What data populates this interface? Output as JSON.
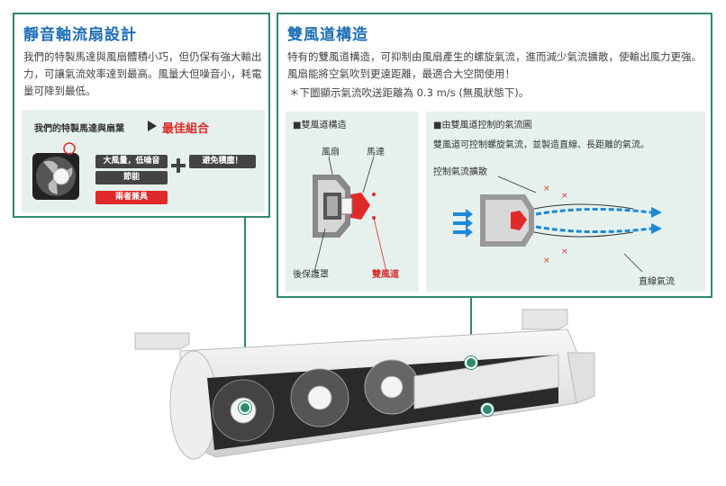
{
  "left_panel": {
    "title": "靜音軸流扇設計",
    "text": "我們的特製馬達與風扇體積小巧，但仍保有強大輸出力，可讓氣流效率達到最高。風量大但噪音小，耗電量可降到最低。",
    "combo_label": "我們的特製馬達與扇葉",
    "combo_result": "最佳組合",
    "badge_1": "大風量，低噪音",
    "badge_2": "節能",
    "badge_3": "兩者兼具",
    "badge_4": "避免積塵！"
  },
  "right_panel": {
    "title": "雙風道構造",
    "text": "特有的雙風道構造，可抑制由風扇產生的螺旋氣流，進而減少氣流擴散，使輸出風力更強。風扇能將空氣吹到更遠距離，最適合大空間使用！",
    "note": "＊下圖顯示氣流吹送距離為 0.3 m/s (無風狀態下)。",
    "diagram_a": {
      "title": "■雙風道構造",
      "label_fan": "風扇",
      "label_motor": "馬達",
      "label_rear_guard": "後保護罩",
      "label_dual_duct": "雙風道"
    },
    "diagram_b": {
      "title": "■由雙風道控制的氣流圖",
      "subtitle": "雙風道可控制螺旋氣流，並製造直線、長距離的氣流。",
      "label_control": "控制氣流擴散",
      "label_straight": "直線氣流"
    }
  },
  "colors": {
    "frame": "#2f8a6e",
    "title": "#1e6fb7",
    "accent_red": "#e02a2a",
    "panel_bg": "#e6f1ee"
  }
}
